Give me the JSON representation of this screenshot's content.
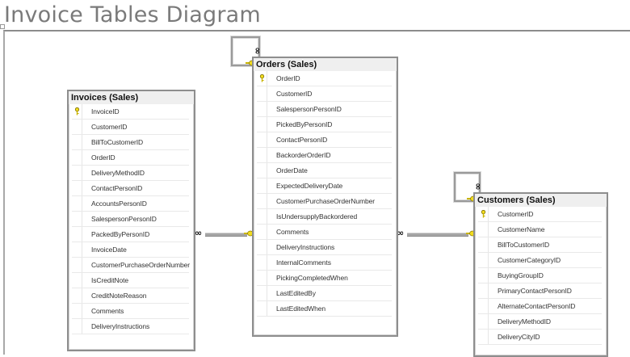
{
  "diagram": {
    "title": "Invoice Tables Diagram"
  },
  "colors": {
    "table_border": "#8e8e8e",
    "header_bg": "#efefef",
    "key_icon": "#e8d21a",
    "title_text": "#7a7a7a",
    "connector": "#a6a6a6"
  },
  "tables": {
    "invoices": {
      "title": "Invoices (Sales)",
      "columns": [
        {
          "name": "InvoiceID",
          "primary_key": true
        },
        {
          "name": "CustomerID",
          "primary_key": false
        },
        {
          "name": "BillToCustomerID",
          "primary_key": false
        },
        {
          "name": "OrderID",
          "primary_key": false
        },
        {
          "name": "DeliveryMethodID",
          "primary_key": false
        },
        {
          "name": "ContactPersonID",
          "primary_key": false
        },
        {
          "name": "AccountsPersonID",
          "primary_key": false
        },
        {
          "name": "SalespersonPersonID",
          "primary_key": false
        },
        {
          "name": "PackedByPersonID",
          "primary_key": false
        },
        {
          "name": "InvoiceDate",
          "primary_key": false
        },
        {
          "name": "CustomerPurchaseOrderNumber",
          "primary_key": false
        },
        {
          "name": "IsCreditNote",
          "primary_key": false
        },
        {
          "name": "CreditNoteReason",
          "primary_key": false
        },
        {
          "name": "Comments",
          "primary_key": false
        },
        {
          "name": "DeliveryInstructions",
          "primary_key": false
        }
      ]
    },
    "orders": {
      "title": "Orders (Sales)",
      "columns": [
        {
          "name": "OrderID",
          "primary_key": true
        },
        {
          "name": "CustomerID",
          "primary_key": false
        },
        {
          "name": "SalespersonPersonID",
          "primary_key": false
        },
        {
          "name": "PickedByPersonID",
          "primary_key": false
        },
        {
          "name": "ContactPersonID",
          "primary_key": false
        },
        {
          "name": "BackorderOrderID",
          "primary_key": false
        },
        {
          "name": "OrderDate",
          "primary_key": false
        },
        {
          "name": "ExpectedDeliveryDate",
          "primary_key": false
        },
        {
          "name": "CustomerPurchaseOrderNumber",
          "primary_key": false
        },
        {
          "name": "IsUndersupplyBackordered",
          "primary_key": false
        },
        {
          "name": "Comments",
          "primary_key": false
        },
        {
          "name": "DeliveryInstructions",
          "primary_key": false
        },
        {
          "name": "InternalComments",
          "primary_key": false
        },
        {
          "name": "PickingCompletedWhen",
          "primary_key": false
        },
        {
          "name": "LastEditedBy",
          "primary_key": false
        },
        {
          "name": "LastEditedWhen",
          "primary_key": false
        }
      ]
    },
    "customers": {
      "title": "Customers (Sales)",
      "columns": [
        {
          "name": "CustomerID",
          "primary_key": true
        },
        {
          "name": "CustomerName",
          "primary_key": false
        },
        {
          "name": "BillToCustomerID",
          "primary_key": false
        },
        {
          "name": "CustomerCategoryID",
          "primary_key": false
        },
        {
          "name": "BuyingGroupID",
          "primary_key": false
        },
        {
          "name": "PrimaryContactPersonID",
          "primary_key": false
        },
        {
          "name": "AlternateContactPersonID",
          "primary_key": false
        },
        {
          "name": "DeliveryMethodID",
          "primary_key": false
        },
        {
          "name": "DeliveryCityID",
          "primary_key": false
        }
      ]
    }
  },
  "relationships": [
    {
      "from": "Invoices (Sales)",
      "to": "Orders (Sales)",
      "many_symbol": "∞",
      "one_symbol": "key-icon"
    },
    {
      "from": "Orders (Sales)",
      "to": "Customers (Sales)",
      "many_symbol": "∞",
      "one_symbol": "key-icon"
    },
    {
      "from": "Orders (Sales)",
      "to": "Orders (Sales)",
      "many_symbol": "∞",
      "one_symbol": "key-icon",
      "self_reference": true
    },
    {
      "from": "Customers (Sales)",
      "to": "Customers (Sales)",
      "many_symbol": "∞",
      "one_symbol": "key-icon",
      "self_reference": true
    }
  ]
}
